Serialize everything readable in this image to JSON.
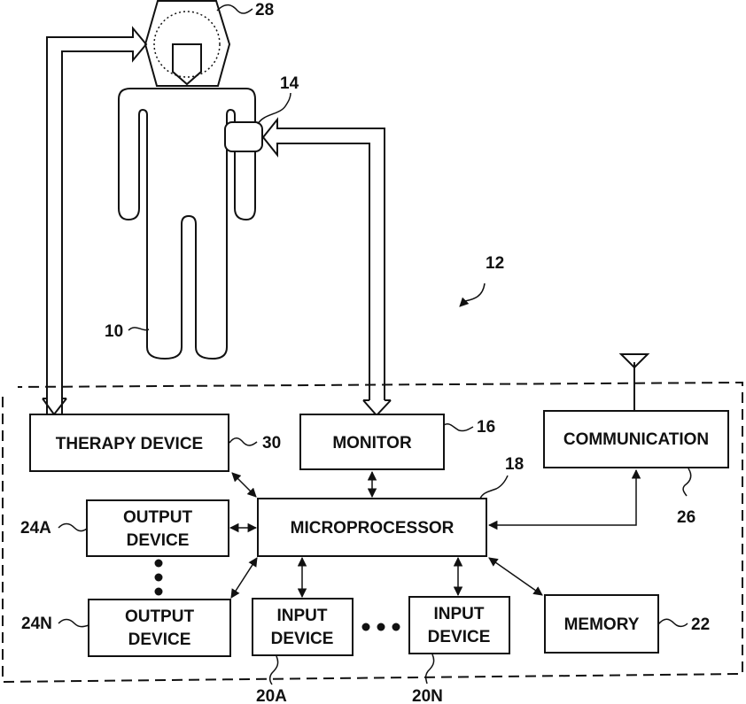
{
  "diagram": {
    "type": "block-diagram",
    "patient": {
      "ref": "10"
    },
    "system": {
      "ref": "12"
    },
    "sensor": {
      "ref": "14"
    },
    "head_device": {
      "ref": "28"
    },
    "blocks": {
      "therapy": {
        "label": "THERAPY DEVICE",
        "ref": "30"
      },
      "monitor": {
        "label": "MONITOR",
        "ref": "16"
      },
      "communication": {
        "label": "COMMUNICATION",
        "ref": "26"
      },
      "microprocessor": {
        "label": "MICROPROCESSOR",
        "ref": "18"
      },
      "output_a": {
        "line1": "OUTPUT",
        "line2": "DEVICE",
        "ref": "24A"
      },
      "output_n": {
        "line1": "OUTPUT",
        "line2": "DEVICE",
        "ref": "24N"
      },
      "input_a": {
        "line1": "INPUT",
        "line2": "DEVICE",
        "ref": "20A"
      },
      "input_n": {
        "line1": "INPUT",
        "line2": "DEVICE",
        "ref": "20N"
      },
      "memory": {
        "label": "MEMORY",
        "ref": "22"
      }
    },
    "connections": [
      {
        "from": "therapy",
        "to": "microprocessor",
        "type": "bidirectional"
      },
      {
        "from": "monitor",
        "to": "microprocessor",
        "type": "bidirectional"
      },
      {
        "from": "output_a",
        "to": "microprocessor",
        "type": "bidirectional"
      },
      {
        "from": "output_n",
        "to": "microprocessor",
        "type": "bidirectional"
      },
      {
        "from": "input_a",
        "to": "microprocessor",
        "type": "bidirectional"
      },
      {
        "from": "input_n",
        "to": "microprocessor",
        "type": "bidirectional"
      },
      {
        "from": "memory",
        "to": "microprocessor",
        "type": "bidirectional"
      },
      {
        "from": "communication",
        "to": "microprocessor",
        "type": "bidirectional"
      },
      {
        "from": "therapy",
        "to": "head_device",
        "type": "hollow-arrow"
      },
      {
        "from": "sensor",
        "to": "monitor",
        "type": "hollow-arrow"
      }
    ]
  }
}
